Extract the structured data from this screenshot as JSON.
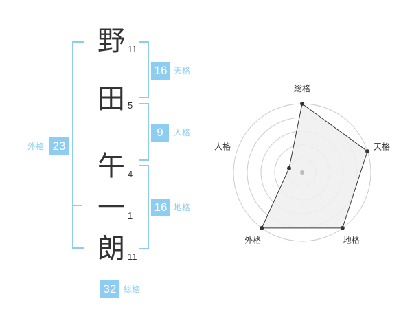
{
  "name": {
    "characters": [
      {
        "char": "野",
        "strokes": "11"
      },
      {
        "char": "田",
        "strokes": "5"
      },
      {
        "char": "午",
        "strokes": "4"
      },
      {
        "char": "一",
        "strokes": "1"
      },
      {
        "char": "朗",
        "strokes": "11"
      }
    ]
  },
  "fortunes": {
    "tenkaku": {
      "label": "天格",
      "value": "16"
    },
    "jinkaku": {
      "label": "人格",
      "value": "9"
    },
    "chikaku": {
      "label": "地格",
      "value": "16"
    },
    "gaikaku": {
      "label": "外格",
      "value": "23"
    },
    "soukaku": {
      "label": "総格",
      "value": "32"
    }
  },
  "colors": {
    "accent": "#8ecdf2",
    "text": "#333333",
    "grid": "#cccccc",
    "fill": "#eeeeee"
  },
  "chart_data": {
    "type": "radar",
    "axes": [
      "総格",
      "天格",
      "地格",
      "外格",
      "人格"
    ],
    "values": [
      5,
      5,
      5,
      5,
      1
    ],
    "rmax": 5,
    "rings": 5,
    "grid": true
  }
}
